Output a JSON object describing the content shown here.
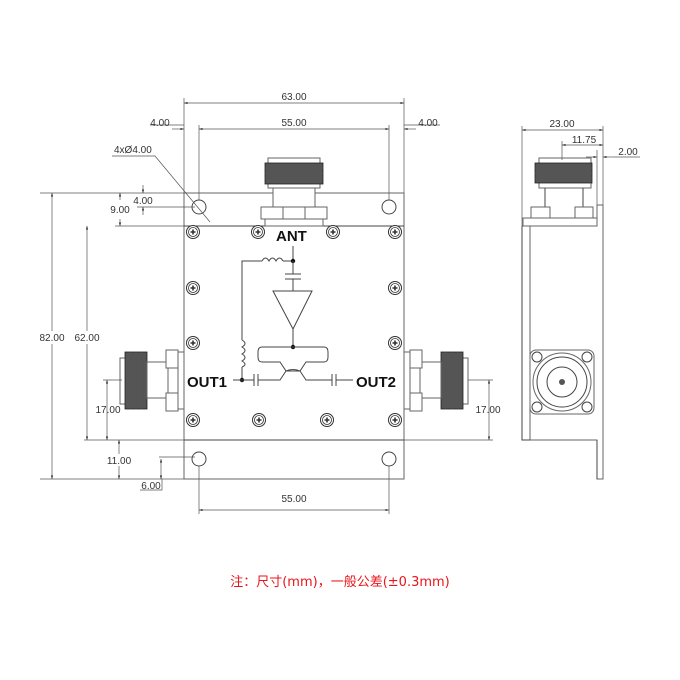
{
  "labels": {
    "ant": "ANT",
    "out1": "OUT1",
    "out2": "OUT2"
  },
  "dimensions": {
    "overall_width": "63.00",
    "hole_spacing_top": "55.00",
    "hole_spacing_bottom": "55.00",
    "left_margin": "4.00",
    "right_margin": "4.00",
    "holes": "4xØ4.00",
    "flange_height": "9.00",
    "hole_offset_top": "4.00",
    "overall_height": "82.00",
    "body_height": "62.00",
    "out1_height": "17.00",
    "out2_height": "17.00",
    "flange_bottom": "11.00",
    "hole_offset_bottom": "6.00",
    "side_width": "23.00",
    "side_connector_offset": "11.75",
    "side_thickness": "2.00"
  },
  "note": "注：尺寸(mm)，一般公差(±0.3mm)",
  "colors": {
    "note": "#e8151b",
    "line": "#444444"
  }
}
